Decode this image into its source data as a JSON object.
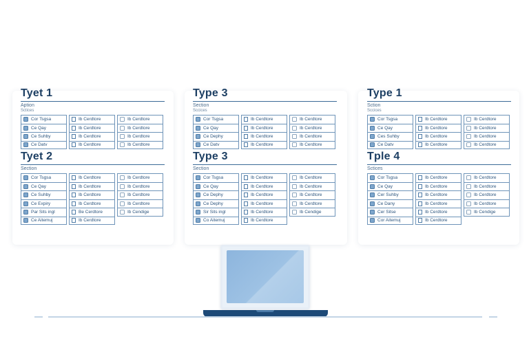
{
  "panels": [
    {
      "id": "p1",
      "title": "Tyet 1",
      "subtitle": "Aption",
      "subsub": "Sctices",
      "columns": [
        [
          "Cor Tsgsa",
          "Ce Qay",
          "Ce Suhby",
          "Ce Datv"
        ],
        [
          "Ib Cerdtore",
          "Ib Cerdtore",
          "Ib Cerdtore",
          "Ib Cerdtore"
        ],
        [
          "Ib Cerdtore",
          "Ib Cerdtore",
          "Ib Cerdtore",
          "Ib Cerdtore"
        ]
      ]
    },
    {
      "id": "p2",
      "title": "Type 3",
      "subtitle": "Section",
      "subsub": "Sccices",
      "columns": [
        [
          "Cor Tsgsa",
          "Ce Qay",
          "Ce Dephy",
          "Ce Datv"
        ],
        [
          "Ib Cerdtore",
          "Ib Cerdtore",
          "Ib Cerdtore",
          "Ib Cerdtore"
        ],
        [
          "Ib Cerdtore",
          "Ib Cerdtore",
          "Ib Cerdtore",
          "Ib Cerdtore"
        ]
      ]
    },
    {
      "id": "p3",
      "title": "Type 1",
      "subtitle": "Sction",
      "subsub": "Sccices",
      "columns": [
        [
          "Cor Tsgsa",
          "Ce Qay",
          "Ces Suhby",
          "Ce Datv"
        ],
        [
          "Ib Cerdtore",
          "Ib Cerdtore",
          "Ib Cerdtore",
          "Ib Cerdtore"
        ],
        [
          "Ib Cerdtore",
          "Ib Cerdtore",
          "Ib Cerdtore",
          "Ib Cerdtore"
        ]
      ]
    },
    {
      "id": "p4",
      "title": "Tyet 2",
      "subtitle": "Section",
      "columns": [
        [
          "Cor Tsgsa",
          "Ce Qay",
          "Ce Suhby",
          "Ce Expiry",
          "Par Sits ingl",
          "Ce Aitemuj"
        ],
        [
          "Ib Cerdtore",
          "Ib Cerdtore",
          "Ib Cerdtore",
          "Ib Cerdtore",
          "Be Cerdtore",
          "Ib Cerdtore"
        ],
        [
          "Ib Cerdtore",
          "Ib Cerdtore",
          "Ib Cerdtore",
          "Ib Cerdtore",
          "Ib Cendige"
        ]
      ]
    },
    {
      "id": "p5",
      "title": "Type 3",
      "subtitle": "Section",
      "columns": [
        [
          "Cor Tsgsa",
          "Ce Qay",
          "Ce Dephy",
          "Ce Dephy",
          "Sir Sits ingl",
          "Co Aitemuj"
        ],
        [
          "Ib Cerdtore",
          "Ib Cerdtore",
          "Ib Cerdtore",
          "Ib Cerdtore",
          "Ib Cerdtore",
          "Ib Cerdtore"
        ],
        [
          "Ib Cerdtore",
          "Ib Cerdtore",
          "Ib Cerdtore",
          "Ib Cerdtore",
          "Ib Cendige"
        ]
      ]
    },
    {
      "id": "p6",
      "title": "Tple 4",
      "subtitle": "Sctices",
      "columns": [
        [
          "Cor Tsgsa",
          "Ce Qay",
          "Cer Suhby",
          "Ce Dany",
          "Cer Sitse",
          "Cor Aitemuj"
        ],
        [
          "Ib Cerdtore",
          "Ib Cerdtore",
          "Ib Cerdtore",
          "Ib Cerdtore",
          "Ib Cerdtore",
          "Ib Cerdtore"
        ],
        [
          "Ib Cerdtore",
          "Ib Cerdtore",
          "Ib Cerdtore",
          "Ib Cerdtore",
          "Ib Cendige"
        ]
      ]
    }
  ],
  "theme": {
    "accent": "#1d4a78",
    "text": "#1d3f63",
    "border": "#6d93b8"
  },
  "icons": [
    "checklist-icon",
    "document-icon",
    "checkbox-icon"
  ]
}
